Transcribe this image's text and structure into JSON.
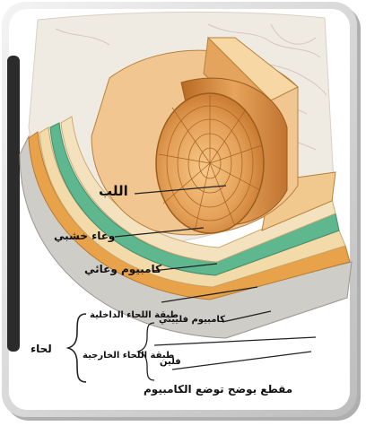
{
  "diagram": {
    "labels": {
      "pith": "اللب",
      "xylem": "وعاء خشبي",
      "vascular_cambium": "كامبيوم وعائي",
      "inner_bark_layer": "طبقة اللحاء الداخلية",
      "outer_bark_layer": "طبقة اللحاء الخارجية",
      "bark_group": "لحاء",
      "cork_cambium": "كامبيوم فلييني",
      "cork": "فلين",
      "caption": "مقطع يوضح توضع الكامبيوم"
    },
    "colors": {
      "wood": "#d9893a",
      "wood_light": "#f0b46b",
      "cambium": "#5fb78f",
      "inner_bark": "#f2d9a6",
      "outer_bark": "#e9a24a",
      "cork": "#c9c7c2",
      "bark_texture": "#ede8e0"
    }
  }
}
